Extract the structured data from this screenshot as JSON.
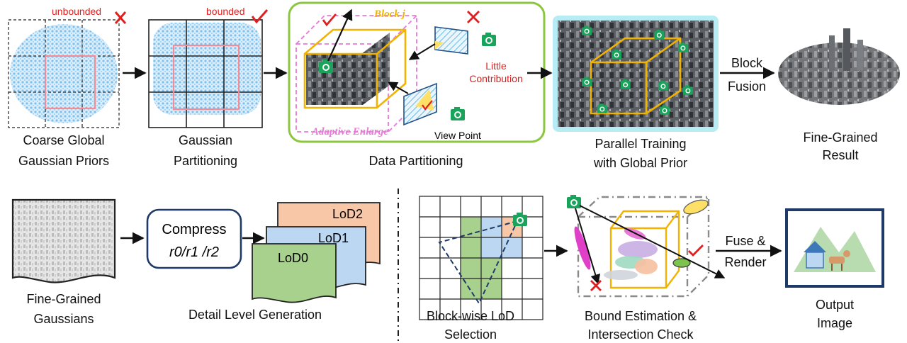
{
  "top": {
    "coarse": {
      "tag": "unbounded",
      "caption_l1": "Coarse Global",
      "caption_l2": "Gaussian Priors"
    },
    "gauss_part": {
      "tag": "bounded",
      "caption_l1": "Gaussian",
      "caption_l2": "Partitioning"
    },
    "data_part": {
      "block_label": "Block j",
      "little_l1": "Little",
      "little_l2": "Contribution",
      "enlarge_label": "Adaptive Enlarge",
      "view_point": "View Point",
      "caption": "Data Partitioning"
    },
    "parallel": {
      "caption_l1": "Parallel Training",
      "caption_l2": "with Global Prior"
    },
    "fusion": {
      "l1": "Block",
      "l2": "Fusion"
    },
    "result": {
      "caption_l1": "Fine-Grained",
      "caption_l2": "Result"
    }
  },
  "bottom": {
    "fine": {
      "caption_l1": "Fine-Grained",
      "caption_l2": "Gaussians"
    },
    "compress": {
      "title": "Compress",
      "formula": "r0/r1 /r2"
    },
    "lods": [
      "LoD0",
      "LoD1",
      "LoD2"
    ],
    "detail_caption": "Detail Level Generation",
    "blockwise": {
      "caption_l1": "Block-wise LoD",
      "caption_l2": "Selection"
    },
    "bound": {
      "caption_l1": "Bound Estimation &",
      "caption_l2": "Intersection Check"
    },
    "fuse": {
      "l1": "Fuse &",
      "l2": "Render"
    },
    "output": {
      "caption_l1": "Output",
      "caption_l2": "Image"
    }
  },
  "colors": {
    "accent_red": "#e02020",
    "box_yellow": "#f2b300",
    "pink": "#e879d6",
    "green_frame": "#8cc63f",
    "cyan_frame": "#b8ecf5",
    "camera": "#1aa35a"
  }
}
